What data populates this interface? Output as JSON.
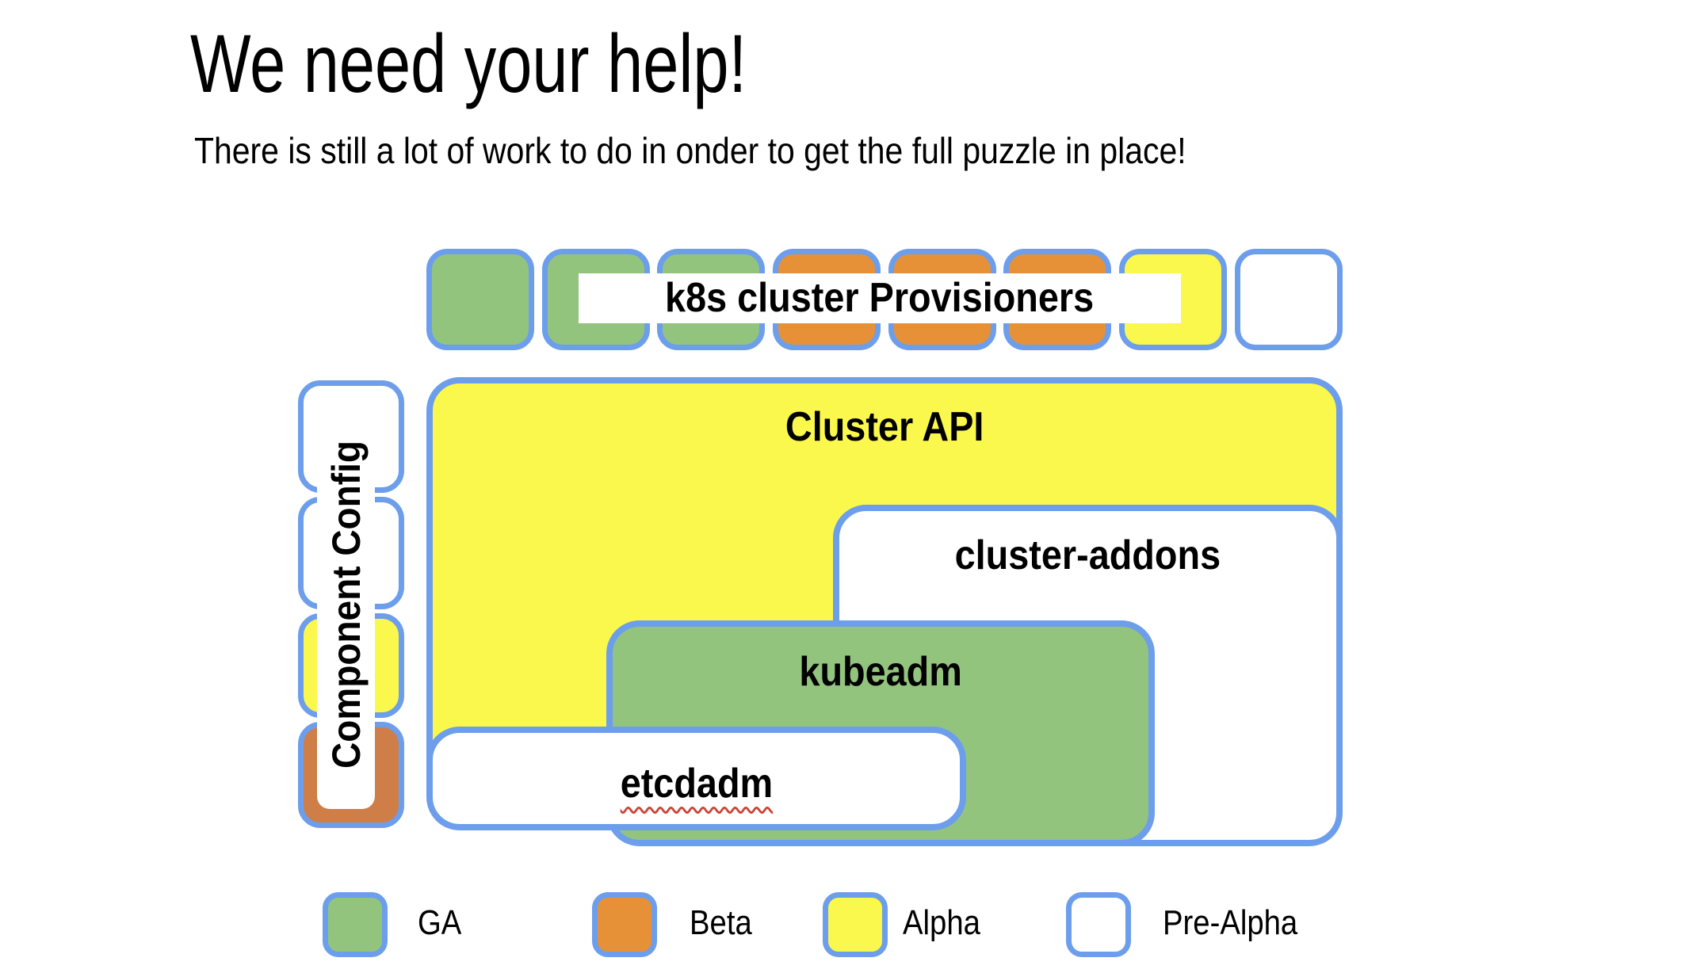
{
  "slide": {
    "title": "We need your help!",
    "subtitle": "There is still a lot of work to do in onder to get the full puzzle in place!"
  },
  "colors": {
    "border_blue": "#6D9EEB",
    "ga_green": "#93C47D",
    "beta_orange": "#E69138",
    "alpha_yellow": "#FBF84D",
    "config_beta_orange": "#CE7E46",
    "pre_alpha_white": "#FFFFFF",
    "spellcheck_red": "#CB4437",
    "text": "#000000"
  },
  "puzzle": {
    "provisioners_label": "k8s cluster Provisioners",
    "provisioner_squares": [
      {
        "status": "GA",
        "color": "#93C47D"
      },
      {
        "status": "GA",
        "color": "#93C47D"
      },
      {
        "status": "GA",
        "color": "#93C47D"
      },
      {
        "status": "Beta",
        "color": "#E69138"
      },
      {
        "status": "Beta",
        "color": "#E69138"
      },
      {
        "status": "Beta",
        "color": "#E69138"
      },
      {
        "status": "Alpha",
        "color": "#FBF84D"
      },
      {
        "status": "Pre-Alpha",
        "color": "#FFFFFF"
      }
    ],
    "component_config": {
      "label": "Component Config",
      "segments": [
        {
          "status": "Pre-Alpha",
          "color": "#FFFFFF"
        },
        {
          "status": "Pre-Alpha",
          "color": "#FFFFFF"
        },
        {
          "status": "Alpha",
          "color": "#FBF84D"
        },
        {
          "status": "Beta",
          "color": "#CE7E46"
        }
      ]
    },
    "boxes": [
      {
        "id": "cluster-api",
        "label": "Cluster API",
        "status": "Alpha",
        "color": "#FBF84D"
      },
      {
        "id": "cluster-addons",
        "label": "cluster-addons",
        "status": "Pre-Alpha",
        "color": "#FFFFFF"
      },
      {
        "id": "kubeadm",
        "label": "kubeadm",
        "status": "GA",
        "color": "#93C47D"
      },
      {
        "id": "etcdadm",
        "label": "etcdadm",
        "status": "Pre-Alpha",
        "color": "#FFFFFF",
        "spellcheck_underline": true
      }
    ]
  },
  "legend": {
    "items": [
      {
        "label": "GA",
        "color": "#93C47D"
      },
      {
        "label": "Beta",
        "color": "#E69138"
      },
      {
        "label": "Alpha",
        "color": "#FBF84D"
      },
      {
        "label": "Pre-Alpha",
        "color": "#FFFFFF"
      }
    ]
  }
}
